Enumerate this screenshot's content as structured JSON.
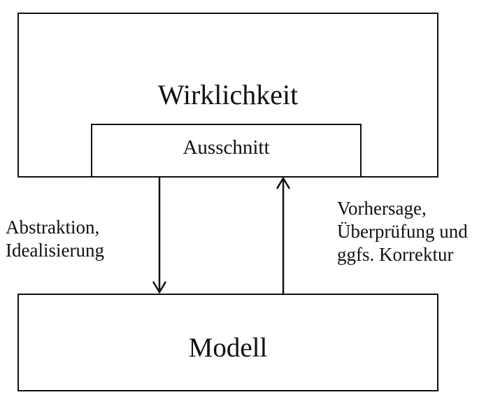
{
  "boxes": {
    "reality": "Wirklichkeit",
    "excerpt": "Ausschnitt",
    "model": "Modell"
  },
  "arrows": {
    "down_label_lines": [
      "Abstraktion,",
      "Idealisierung"
    ],
    "up_label_lines": [
      "Vorhersage,",
      "Überprüfung und",
      "ggfs. Korrektur"
    ]
  }
}
